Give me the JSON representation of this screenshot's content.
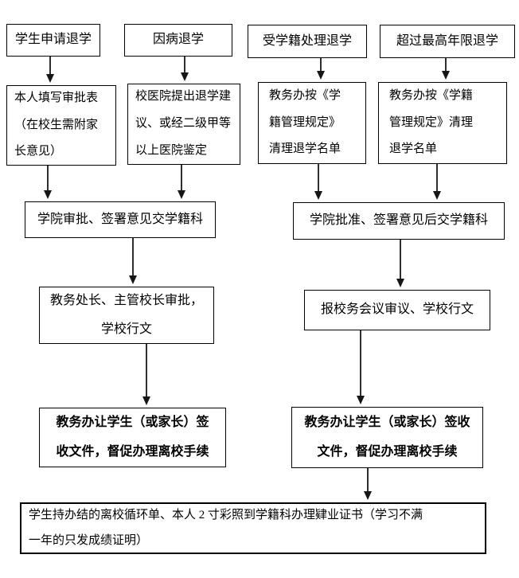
{
  "diagram": {
    "background": "#ffffff",
    "border_color": "#000000",
    "text_color": "#000000",
    "arrow_color": "#2e2e2e",
    "nodes": {
      "student_apply": "学生申请退学",
      "illness_withdrawal": "因病退学",
      "status_processing_withdrawal": "受学籍处理退学",
      "max_years_withdrawal": "超过最高年限退学",
      "fill_approval_form": "本人填写审批表\n（在校生需附家\n长意见）",
      "hospital_recommendation": "校医院提出退学建\n议、或经二级甲等\n以上医院鉴定",
      "registrar_clean_list_a": "教务办按《学\n籍管理规定》\n清理退学名单",
      "registrar_clean_list_b": "教务办按《学籍\n管理规定》清理\n退学名单",
      "college_approval_left": "学院审批、签署意见交学籍科",
      "college_approval_right": "学院批准、签署意见后交学籍科",
      "dean_president_approval": "教务处长、主管校长审批，\n学校行文",
      "school_council_review": "报校务会议审议、学校行文",
      "sign_documents_left": "教务办让学生（或家长）签\n收文件，督促办理离校手续",
      "sign_documents_right": "教务办让学生（或家长）签收\n文件，督促办理离校手续",
      "diploma_processing": "学生持办结的离校循环单、本人 2 寸彩照到学籍科办理肄业证书（学习不满\n一年的只发成绩证明）"
    }
  }
}
